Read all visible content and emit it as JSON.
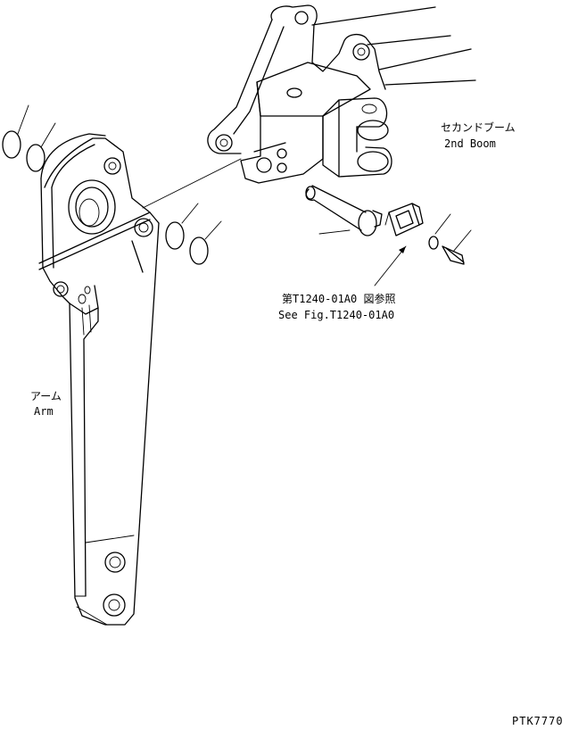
{
  "labels": {
    "second_boom_ja": "セカンドブーム",
    "second_boom_en": "2nd Boom",
    "ref_ja": "第T1240-01A0 図参照",
    "ref_en": "See Fig.T1240-01A0",
    "arm_ja": "アーム",
    "arm_en": "Arm",
    "drawing_code": "PTK7770"
  }
}
